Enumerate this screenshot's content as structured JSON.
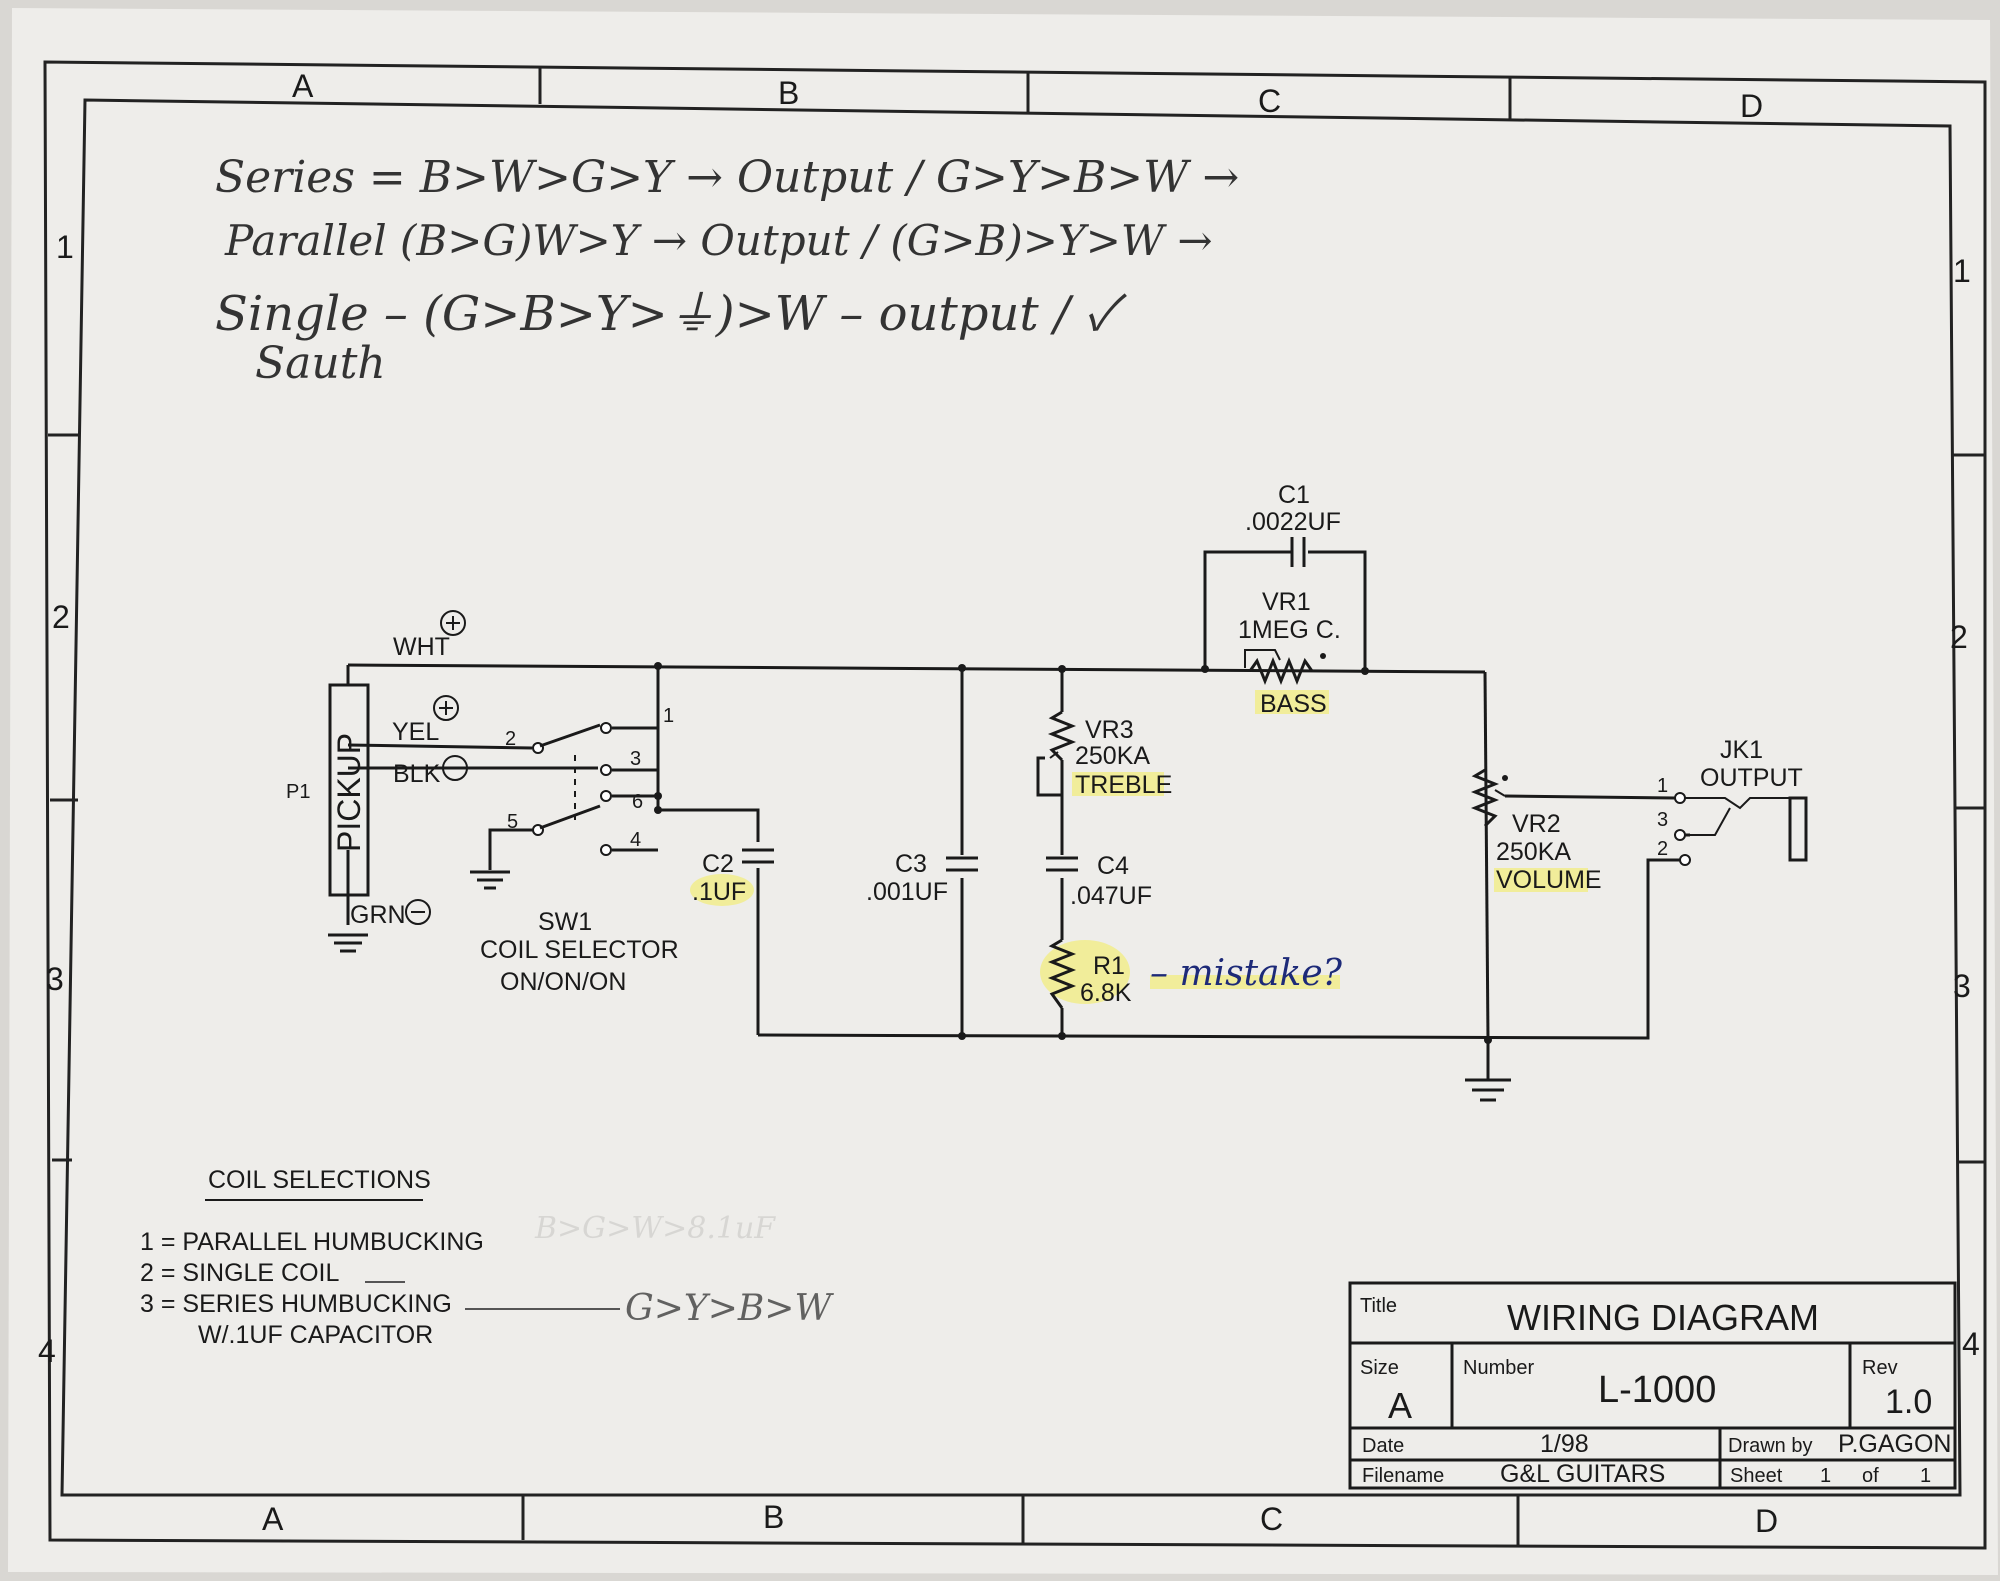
{
  "grid": {
    "cols": [
      "A",
      "B",
      "C",
      "D"
    ],
    "rows": [
      "1",
      "2",
      "3",
      "4"
    ]
  },
  "handwritten": {
    "series": "Series = B>W>G>Y → Output / G>Y>B>W →",
    "parallel": "Parallel (B>G)W>Y → Output / (G>B)>Y>W →",
    "single": "Single – (G>B>Y>⏚)>W – output / ✓",
    "single_sub": "Sauth",
    "mistake": "– mistake?",
    "coil3_note": "G>Y>B>W",
    "coil1_note": "B>G>W>8.1uF"
  },
  "components": {
    "c1": {
      "ref": "C1",
      "value": ".0022UF"
    },
    "vr1": {
      "ref": "VR1",
      "value": "1MEG C.",
      "name": "BASS"
    },
    "vr3": {
      "ref": "VR3",
      "value": "250KA",
      "name": "TREBLE"
    },
    "c4": {
      "ref": "C4",
      "value": ".047UF"
    },
    "r1": {
      "ref": "R1",
      "value": "6.8K"
    },
    "c2": {
      "ref": "C2",
      "value": ".1UF"
    },
    "c3": {
      "ref": "C3",
      "value": ".001UF"
    },
    "vr2": {
      "ref": "VR2",
      "value": "250KA",
      "name": "VOLUME"
    },
    "jk1": {
      "ref": "JK1",
      "name": "OUTPUT"
    },
    "sw1": {
      "ref": "SW1",
      "name": "COIL SELECTOR",
      "type": "ON/ON/ON"
    },
    "p1": {
      "ref": "P1",
      "name": "PICKUP"
    }
  },
  "wires": {
    "wht": "WHT",
    "yel": "YEL",
    "blk": "BLK",
    "grn": "GRN"
  },
  "pins": {
    "sw": [
      "1",
      "2",
      "3",
      "4",
      "5",
      "6"
    ],
    "jack": [
      "1",
      "3",
      "2"
    ]
  },
  "coil_selections": {
    "title": "COIL SELECTIONS",
    "items": [
      "1 = PARALLEL HUMBUCKING",
      "2 = SINGLE COIL",
      "3 = SERIES HUMBUCKING",
      "W/.1UF CAPACITOR"
    ]
  },
  "title_block": {
    "title_label": "Title",
    "title": "WIRING DIAGRAM",
    "size_label": "Size",
    "size": "A",
    "number_label": "Number",
    "number": "L-1000",
    "rev_label": "Rev",
    "rev": "1.0",
    "date_label": "Date",
    "date": "1/98",
    "drawn_label": "Drawn by",
    "drawn_by": "P.GAGON",
    "filename_label": "Filename",
    "filename": "G&L GUITARS",
    "sheet_label": "Sheet",
    "sheet": "1",
    "of_label": "of",
    "of": "1"
  }
}
